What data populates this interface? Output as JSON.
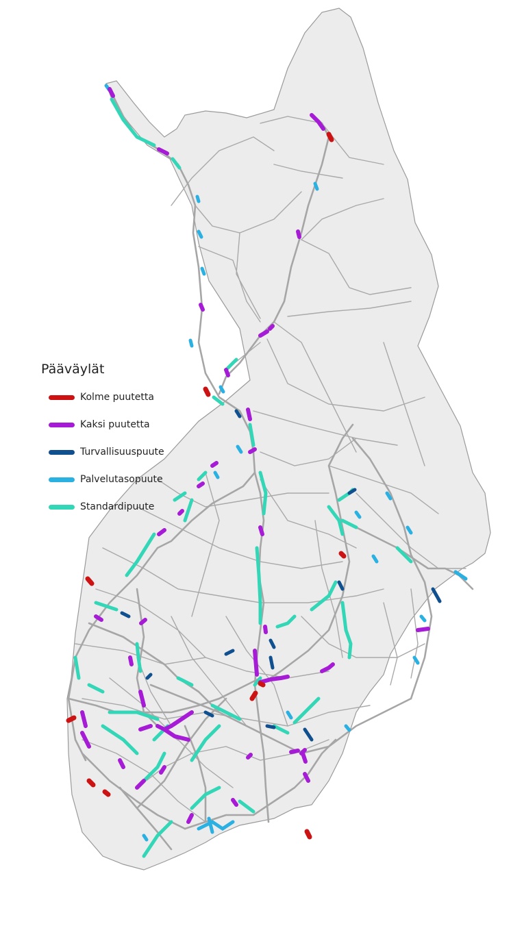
{
  "legend": {
    "title": "Pääväylät",
    "items": [
      {
        "key": "kolme",
        "label": "Kolme puutetta",
        "color": "#cc1212"
      },
      {
        "key": "kaksi",
        "label": "Kaksi puutetta",
        "color": "#a61bd6"
      },
      {
        "key": "turva",
        "label": "Turvallisuuspuute",
        "color": "#10508f"
      },
      {
        "key": "palvelu",
        "label": "Palvelutasopuute",
        "color": "#2bb0e2"
      },
      {
        "key": "standardi",
        "label": "Standardipuute",
        "color": "#33d6b6"
      }
    ]
  },
  "colors": {
    "land": "#ececec",
    "border": "#9a9a9a",
    "road_minor": "#a9a9a9",
    "road_major": "#a6a6a6"
  }
}
